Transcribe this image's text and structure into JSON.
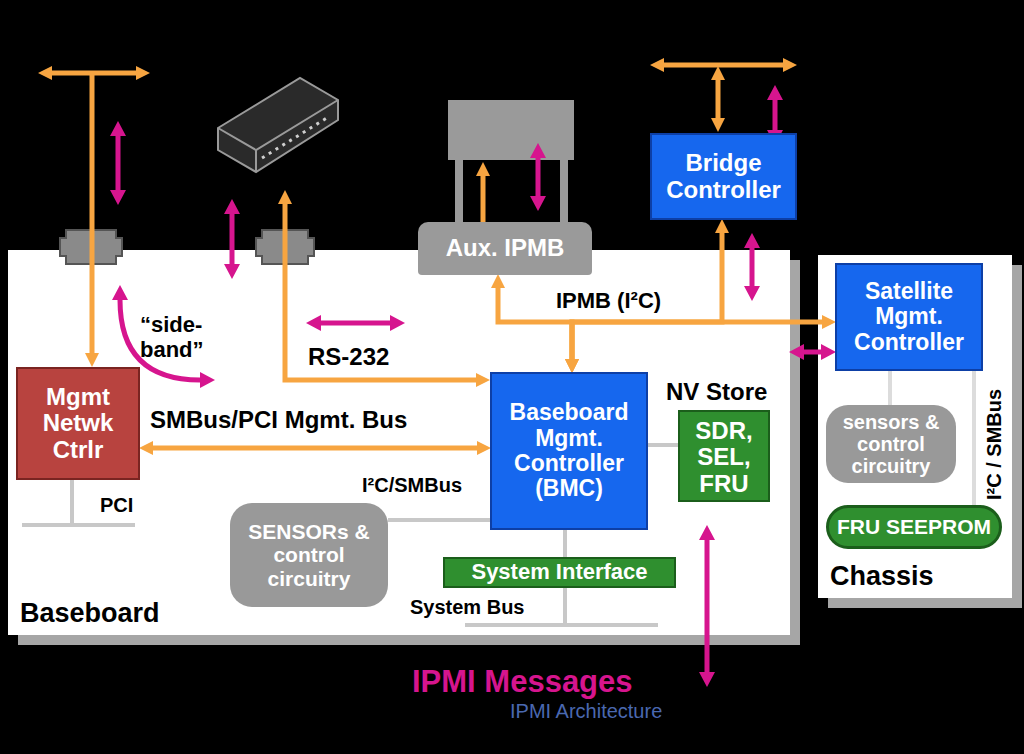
{
  "diagram": {
    "caption": "IPMI Architecture",
    "nodes": [
      {
        "text": [
          "Baseboard"
        ]
      },
      {
        "text": [
          "Mgmt Netwk Ctrlr"
        ],
        "in": 0
      },
      {
        "text": [
          "Baseboard Mgmt. Controller (BMC)"
        ],
        "in": 0
      },
      {
        "text": [
          "NV Store",
          "SDR, SEL, FRU"
        ],
        "in": 0
      },
      {
        "text": [
          "SENSORs & control circuitry"
        ],
        "in": 0
      },
      {
        "text": [
          "System Interface"
        ],
        "in": 0
      },
      {
        "text": [
          "Aux. IPMB"
        ]
      },
      {
        "text": [
          "Bridge Controller"
        ]
      },
      {
        "text": [
          "Chassis"
        ]
      },
      {
        "text": [
          "Satellite Mgmt. Controller"
        ],
        "in": 8
      },
      {
        "text": [
          "sensors & control circuitry"
        ],
        "in": 8
      },
      {
        "text": [
          "FRU SEEPROM"
        ],
        "in": 8
      }
    ],
    "edges": [
      {
        "from": 1,
        "to": 2,
        "arrow": "both",
        "label": "SMBus/PCI Mgmt. Bus"
      },
      {
        "from": 2,
        "to": 6,
        "arrow": "both"
      },
      {
        "from": 2,
        "to": 7,
        "arrow": "both"
      },
      {
        "from": 2,
        "to": 9,
        "arrow": "both",
        "label": "IPMB (I²C)"
      },
      {
        "from": 2,
        "to": 4,
        "arrow": "none",
        "label": "I²C/SMBus"
      },
      {
        "from": 2,
        "to": 3,
        "arrow": "none"
      },
      {
        "from": 2,
        "to": 5,
        "arrow": "none"
      },
      {
        "from": 0,
        "to": 9,
        "arrow": "both"
      },
      {
        "from": 9,
        "to": 10,
        "arrow": "none"
      },
      {
        "from": 9,
        "to": 11,
        "arrow": "none",
        "label": "I²C / SMBus"
      }
    ],
    "labels": [
      "“side- band”",
      "RS-232",
      "PCI",
      "System Bus",
      "IPMI Messages"
    ]
  }
}
